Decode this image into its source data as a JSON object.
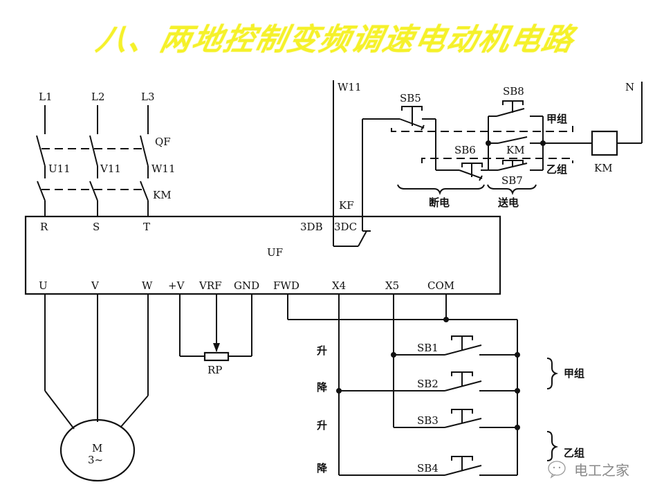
{
  "title": "八、两地控制变频调速电动机电路",
  "power_lines": [
    "L1",
    "L2",
    "L3"
  ],
  "breaker": {
    "label": "QF",
    "outputs": [
      "U11",
      "V11",
      "W11"
    ]
  },
  "contactor_main": "KM",
  "inverter": {
    "label": "UF",
    "top_terminals": [
      "R",
      "S",
      "T",
      "3DB",
      "3DC"
    ],
    "bottom_terminals": [
      "U",
      "V",
      "W",
      "+V",
      "VRF",
      "GND",
      "FWD",
      "X4",
      "X5",
      "COM"
    ]
  },
  "relay_kf": "KF",
  "control_supply": {
    "phase": "W11",
    "neutral": "N"
  },
  "buttons_top": {
    "sb5": "SB5",
    "sb6": "SB6",
    "sb7": "SB7",
    "sb8": "SB8",
    "km_aux": "KM",
    "coil": "KM",
    "group_a": "甲组",
    "group_b": "乙组",
    "power_off": "断电",
    "power_on": "送电"
  },
  "potentiometer": "RP",
  "motor": {
    "label": "M",
    "phase": "3~"
  },
  "speed_buttons": [
    {
      "label": "SB1",
      "action": "升"
    },
    {
      "label": "SB2",
      "action": "降"
    },
    {
      "label": "SB3",
      "action": "升"
    },
    {
      "label": "SB4",
      "action": "降"
    }
  ],
  "speed_groups": {
    "group_a": "甲组",
    "group_b": "乙组"
  },
  "watermark": "电工之家"
}
